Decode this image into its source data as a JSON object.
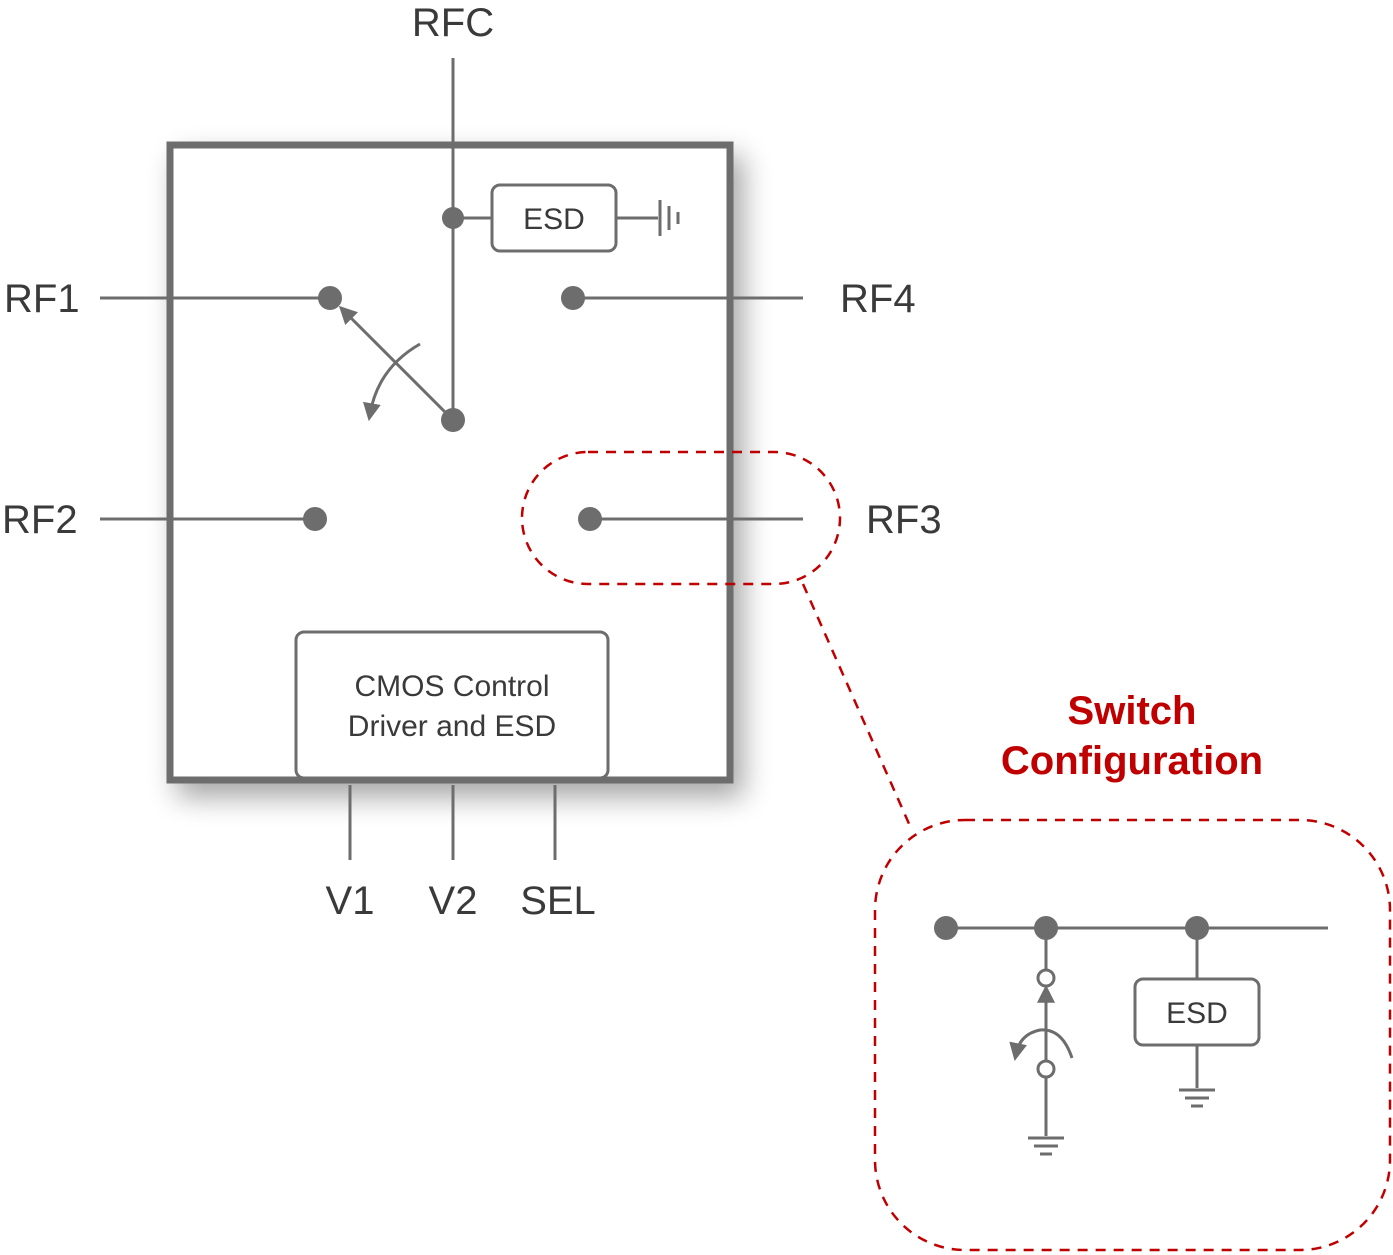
{
  "pins": {
    "rfc": "RFC",
    "rf1": "RF1",
    "rf2": "RF2",
    "rf3": "RF3",
    "rf4": "RF4",
    "v1": "V1",
    "v2": "V2",
    "sel": "SEL"
  },
  "blocks": {
    "esd_top": "ESD",
    "cmos_line1": "CMOS Control",
    "cmos_line2": "Driver and ESD",
    "esd_callout": "ESD"
  },
  "callout": {
    "title_line1": "Switch",
    "title_line2": "Configuration"
  },
  "colors": {
    "wire": "#6d6d6d",
    "chip_border": "#6d6d6d",
    "callout_red": "#c00000",
    "text": "#3a3a3a"
  }
}
